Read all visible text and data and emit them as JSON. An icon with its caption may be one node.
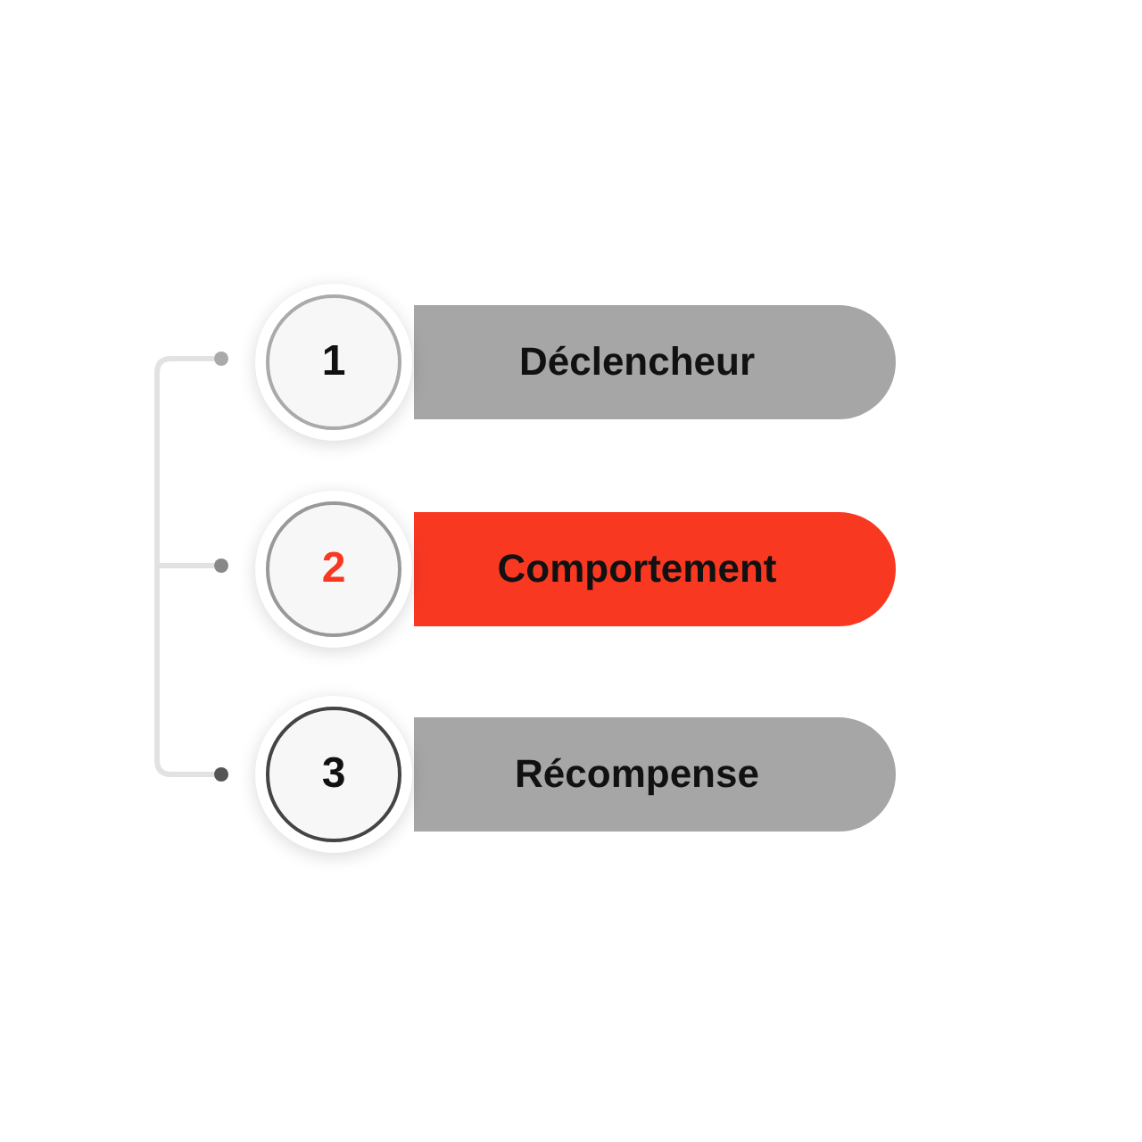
{
  "diagram": {
    "nodes": [
      {
        "text": [
          "1"
        ]
      },
      {
        "text": [
          "Déclencheur"
        ]
      },
      {
        "text": [
          "2"
        ]
      },
      {
        "text": [
          "Comportement"
        ]
      },
      {
        "text": [
          "3"
        ]
      },
      {
        "text": [
          "Récompense"
        ]
      }
    ]
  }
}
